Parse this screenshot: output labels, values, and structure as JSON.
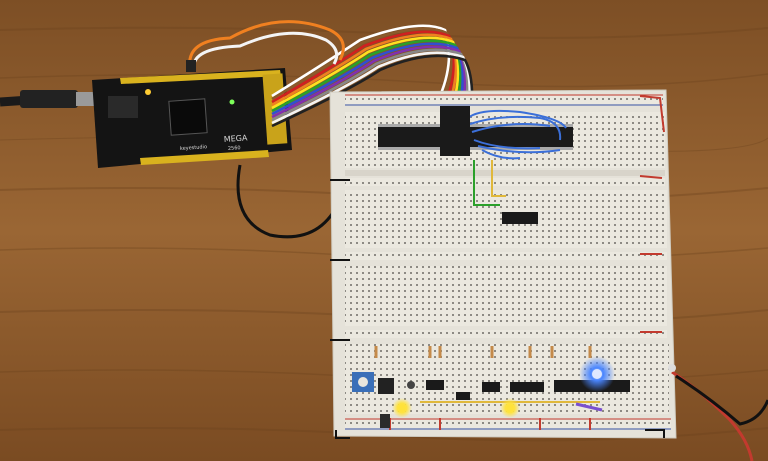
{
  "board": {
    "model_label": "MEGA",
    "sub_label": "2560",
    "brand_label": "keyestudio"
  },
  "colors": {
    "wood": "#8f5e2f",
    "wood_dark": "#6e4420",
    "breadboard": "#e9e6dd",
    "pcb": "#161616",
    "header": "#d9b21e",
    "led_yellow": "#ffe23a",
    "led_blue": "#3a7bff",
    "rail_red": "#c23a2e",
    "rail_blue": "#3a55a8"
  }
}
